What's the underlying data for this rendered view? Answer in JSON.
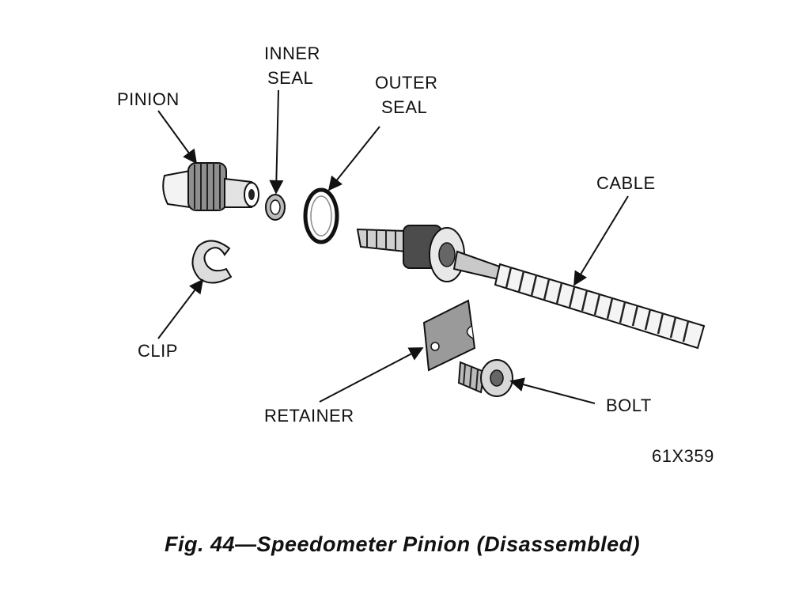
{
  "labels": {
    "pinion": "PINION",
    "inner_seal_1": "INNER",
    "inner_seal_2": "SEAL",
    "outer_seal_1": "OUTER",
    "outer_seal_2": "SEAL",
    "cable": "CABLE",
    "clip": "CLIP",
    "retainer": "RETAINER",
    "bolt": "BOLT"
  },
  "figure_code": "61X359",
  "caption": "Fig. 44—Speedometer Pinion (Disassembled)"
}
